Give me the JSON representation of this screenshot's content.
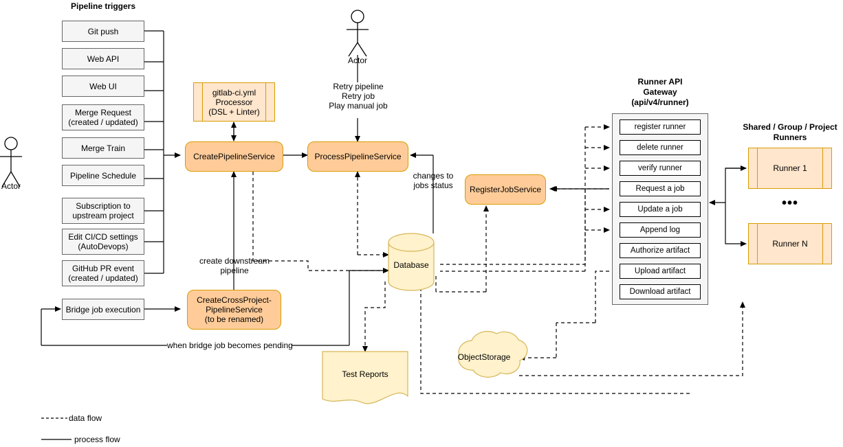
{
  "diagram": {
    "title": "GitLab CI/CD pipeline architecture",
    "colors": {
      "service_fill": "#ffcc99",
      "service_stroke": "#d79b00",
      "component_fill": "#ffe6cc",
      "store_fill": "#fff2cc",
      "store_stroke": "#d6b656",
      "trigger_fill": "#f5f5f5",
      "trigger_stroke": "#666666",
      "panel_fill": "#f5f5f5",
      "line": "#000000"
    }
  },
  "triggers": {
    "heading": "Pipeline triggers",
    "items": [
      {
        "label": "Git push"
      },
      {
        "label": "Web API"
      },
      {
        "label": "Web UI"
      },
      {
        "label": "Merge Request\n(created / updated)"
      },
      {
        "label": "Merge Train"
      },
      {
        "label": "Pipeline Schedule"
      },
      {
        "label": "Subscription to\nupstream project"
      },
      {
        "label": "Edit CI/CD settings\n(AutoDevops)"
      },
      {
        "label": "GitHub PR event\n(created / updated)"
      },
      {
        "label": "Bridge job execution"
      }
    ]
  },
  "actors": [
    {
      "label": "Actor",
      "id": "actor-left"
    },
    {
      "label": "Actor",
      "id": "actor-top"
    }
  ],
  "services": {
    "yml_processor": "gitlab-ci.yml\nProcessor\n(DSL + Linter)",
    "create_pipeline": "CreatePipelineService",
    "process_pipeline": "ProcessPipelineService",
    "register_job": "RegisterJobService",
    "create_cross_project": "CreateCrossProject-\nPipelineService\n(to be renamed)"
  },
  "stores": {
    "database": "Database",
    "test_reports": "Test Reports",
    "object_storage": "ObjectStorage"
  },
  "gateway": {
    "title": "Runner API\nGateway\n(api/v4/runner)",
    "endpoints": [
      {
        "label": "register runner"
      },
      {
        "label": "delete runner"
      },
      {
        "label": "verify runner"
      },
      {
        "label": "Request a job"
      },
      {
        "label": "Update a job"
      },
      {
        "label": "Append log"
      },
      {
        "label": "Authorize artifact"
      },
      {
        "label": "Upload artifact"
      },
      {
        "label": "Download artifact"
      }
    ]
  },
  "runners": {
    "title": "Shared / Group / Project\nRunners",
    "items": [
      {
        "label": "Runner 1"
      },
      {
        "label": "Runner N"
      }
    ],
    "ellipsis": "•••"
  },
  "edge_labels": {
    "retry_actions": "Retry pipeline\nRetry job\nPlay manual job",
    "changes_to_jobs_status": "changes to\njobs status",
    "create_downstream_pipeline": "create downstream\npipeline",
    "when_bridge_job_pending": "when bridge job becomes pending"
  },
  "legend": {
    "items": [
      {
        "label": "data flow",
        "style": "dashed"
      },
      {
        "label": "process flow",
        "style": "solid"
      }
    ]
  }
}
